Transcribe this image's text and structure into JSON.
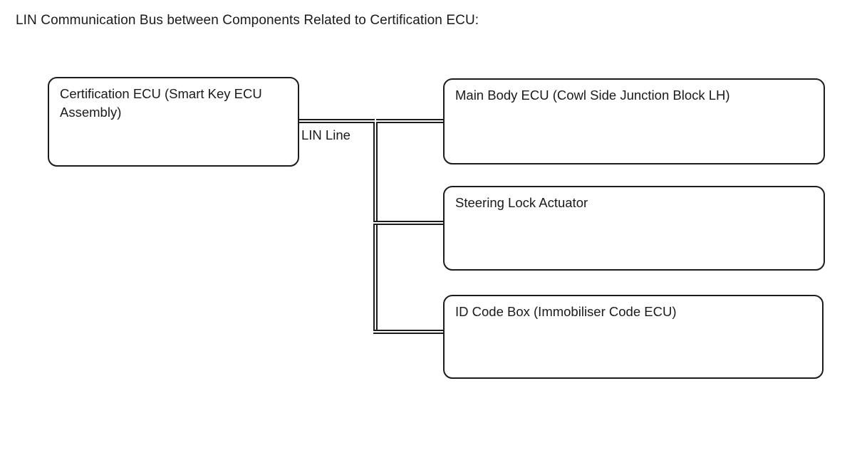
{
  "diagram": {
    "title": "LIN Communication Bus between Components Related to Certification ECU:",
    "type": "block-diagram",
    "background_color": "#ffffff",
    "line_color": "#1c1c1c",
    "text_color": "#1a1a1a",
    "nodes": [
      {
        "id": "certification-ecu",
        "label": "Certification ECU (Smart Key ECU Assembly)",
        "role": "master",
        "position": "left"
      },
      {
        "id": "main-body-ecu",
        "label": "Main Body ECU (Cowl Side Junction Block LH)",
        "role": "slave",
        "position": "right-top"
      },
      {
        "id": "steering-lock-actuator",
        "label": "Steering Lock Actuator",
        "role": "slave",
        "position": "right-middle"
      },
      {
        "id": "id-code-box",
        "label": "ID Code Box (Immobiliser Code ECU)",
        "role": "slave",
        "position": "right-bottom"
      }
    ],
    "edges": [
      {
        "id": "lin-bus",
        "label": "LIN Line",
        "style": "double-line",
        "from": "certification-ecu",
        "to": [
          "main-body-ecu",
          "steering-lock-actuator",
          "id-code-box"
        ]
      }
    ]
  }
}
